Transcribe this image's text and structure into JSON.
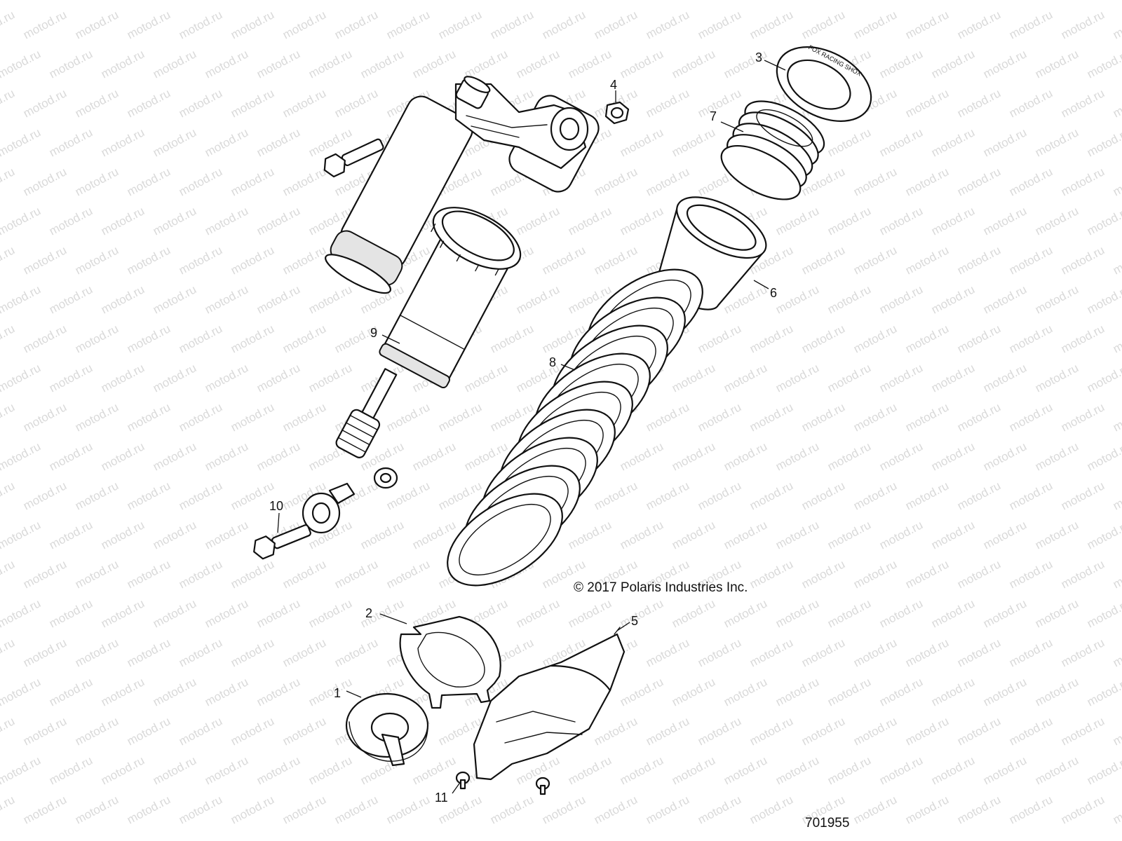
{
  "watermark": {
    "text": "motod.ru",
    "color": "#d9d9d9"
  },
  "copyright": "© 2017 Polaris Industries Inc.",
  "document_number": "701955",
  "ring_engraving": "FOX RACING SHOX",
  "callouts": [
    {
      "id": "1",
      "part": "spring-retainer"
    },
    {
      "id": "2",
      "part": "retainer-clip"
    },
    {
      "id": "3",
      "part": "top-cap"
    },
    {
      "id": "4",
      "part": "nut"
    },
    {
      "id": "5",
      "part": "shock-guard"
    },
    {
      "id": "6",
      "part": "spring-seat"
    },
    {
      "id": "7",
      "part": "crossover-spring"
    },
    {
      "id": "8",
      "part": "main-spring"
    },
    {
      "id": "9",
      "part": "shock-absorber"
    },
    {
      "id": "10",
      "part": "bolt"
    },
    {
      "id": "11",
      "part": "screw"
    }
  ]
}
